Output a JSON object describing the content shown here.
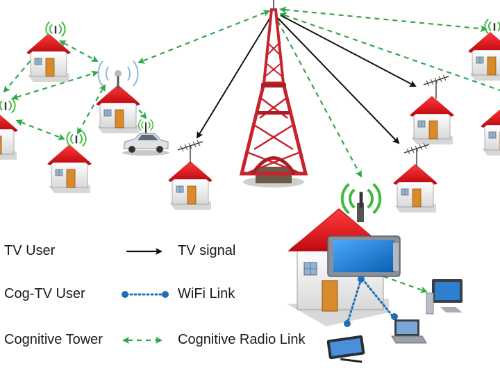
{
  "legend": {
    "tv_user": "TV User",
    "tv_signal": "TV signal",
    "cog_tv_user": "Cog-TV User",
    "wifi_link": "WiFi Link",
    "cognitive_tower": "Cognitive Tower",
    "cognitive_radio_link": "Cognitive Radio Link"
  },
  "colors": {
    "roof": "#e8202a",
    "wall": "#f2f2f2",
    "door": "#d98b2a",
    "tower": "#c8232c",
    "tv_signal": "#111111",
    "wifi_link": "#1f6fb5",
    "cognitive_radio_link": "#2fa84a",
    "wifi_waves": "#3dbb3d",
    "screen": "#1f7fd0"
  },
  "icons": [
    "house-icon",
    "antenna-icon",
    "wifi-waves-icon",
    "tower-icon",
    "car-icon",
    "tv-screen-icon",
    "laptop-icon",
    "tablet-icon",
    "desktop-icon"
  ]
}
